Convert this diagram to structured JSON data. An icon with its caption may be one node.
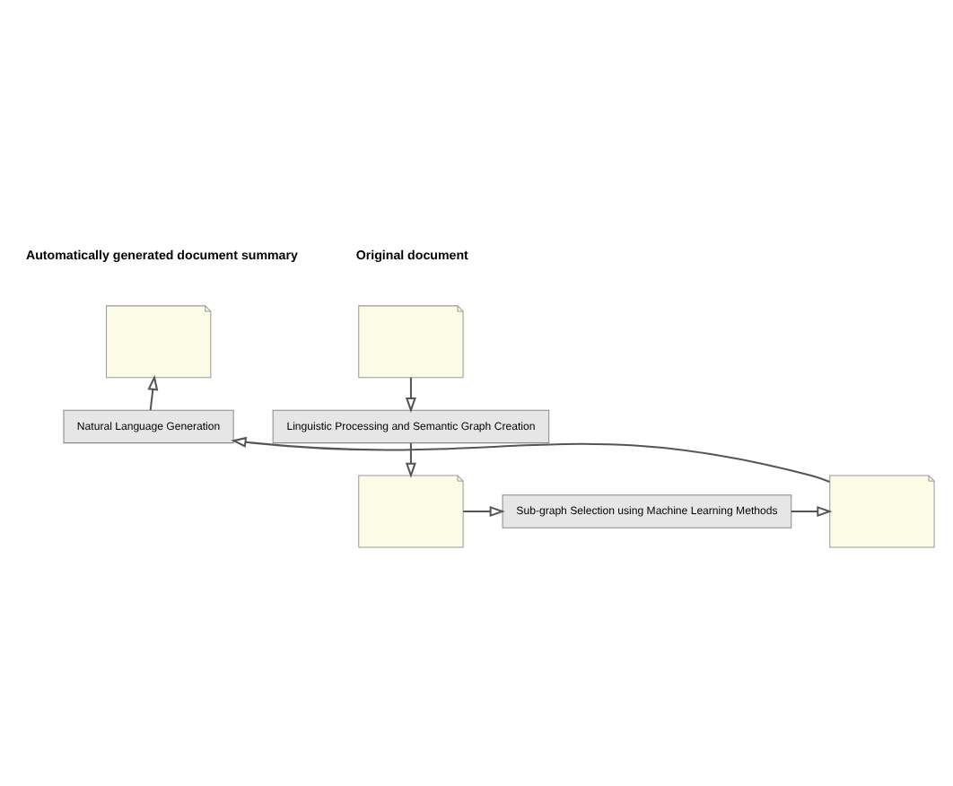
{
  "diagram": {
    "nodes": [
      {
        "text": [],
        "shape": "picture",
        "beside": [
          "Original document"
        ]
      },
      {
        "text": [
          "Linguistic Processing and Semantic Graph Creation"
        ]
      },
      {
        "text": [],
        "shape": "picture"
      },
      {
        "text": [
          "Sub-graph Selection using Machine Learning Methods"
        ]
      },
      {
        "text": [],
        "shape": "picture"
      },
      {
        "text": [
          "Natural Language Generation"
        ]
      },
      {
        "text": [],
        "shape": "picture",
        "beside": [
          "Automatically generated document summary"
        ]
      }
    ],
    "edges": [
      {
        "from": 0,
        "to": 1,
        "arrow": "to"
      },
      {
        "from": 1,
        "to": 2,
        "arrow": "to"
      },
      {
        "from": 2,
        "to": 3,
        "arrow": "to"
      },
      {
        "from": 3,
        "to": 4,
        "arrow": "to"
      },
      {
        "from": 4,
        "to": 5,
        "arrow": "to"
      },
      {
        "from": 5,
        "to": 6,
        "arrow": "to"
      }
    ]
  }
}
